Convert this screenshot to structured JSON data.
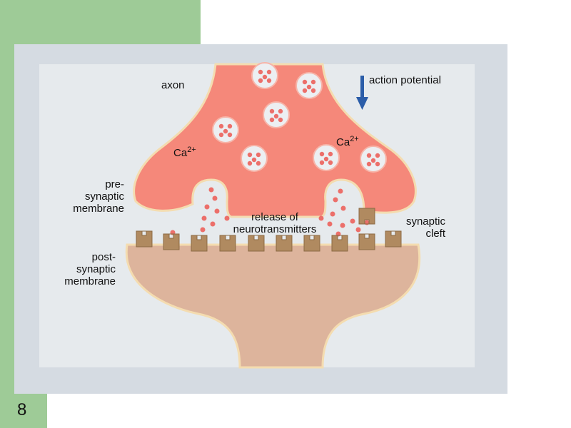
{
  "slide": {
    "number": "8"
  },
  "labels": {
    "axon": "axon",
    "action_potential": "action potential",
    "ca_left": {
      "base": "Ca",
      "charge": "2+"
    },
    "ca_right": {
      "base": "Ca",
      "charge": "2+"
    },
    "presynaptic_membrane": [
      "pre-",
      "synaptic",
      "membrane"
    ],
    "release_of_neurotransmitters": [
      "release of",
      "neurotransmitters"
    ],
    "synaptic_cleft": [
      "synaptic",
      "cleft"
    ],
    "postsynaptic_membrane": [
      "post-",
      "synaptic",
      "membrane"
    ]
  },
  "colors": {
    "slide_accent": "#9ecb97",
    "frame": "#d5dbe2",
    "panel": "#e6eaed",
    "axon_terminal": "#f5887a",
    "membrane_outline": "#f4dcb0",
    "postsynaptic_cell": "#ddb49c",
    "vesicle": "#eceff2",
    "neurotransmitter": "#ec6f6a",
    "receptor": "#b08a60",
    "arrow": "#2b5da8"
  },
  "icons": {
    "action_potential_arrow": "arrow-down-icon"
  }
}
